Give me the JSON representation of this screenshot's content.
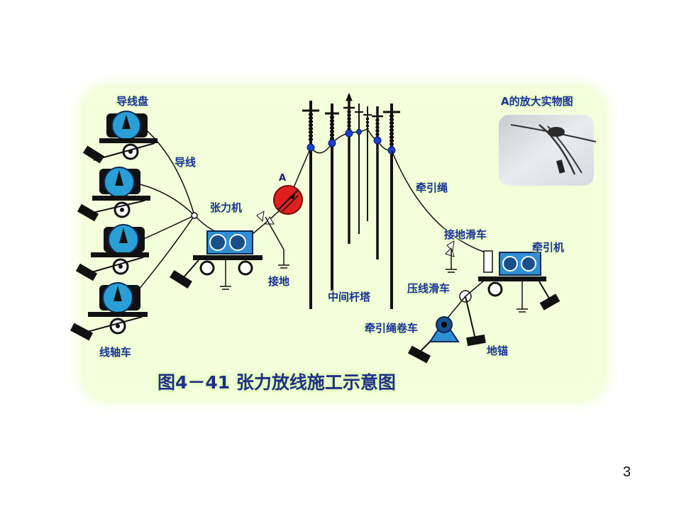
{
  "diagram": {
    "caption": "图4－41 张力放线施工示意图",
    "labels": {
      "conductor_reel": "导线盘",
      "conductor": "导线",
      "tensioner": "张力机",
      "point_a": "A",
      "grounding": "接地",
      "middle_tower": "中间杆塔",
      "pulling_rope": "牵引绳",
      "grounding_pulley": "接地滑车",
      "puller": "牵引机",
      "pressing_pulley": "压线滑车",
      "rope_winder": "牵引绳卷车",
      "ground_anchor": "地锚",
      "reel_trailer": "线轴车",
      "photo_title": "A的放大实物图"
    },
    "colors": {
      "reel": "#2a9fd6",
      "machine": "#2f8fd4",
      "point_a": "#e02020",
      "label": "#1a2fa0",
      "glow": "#e6ffb5"
    }
  },
  "page": {
    "number": "3"
  }
}
